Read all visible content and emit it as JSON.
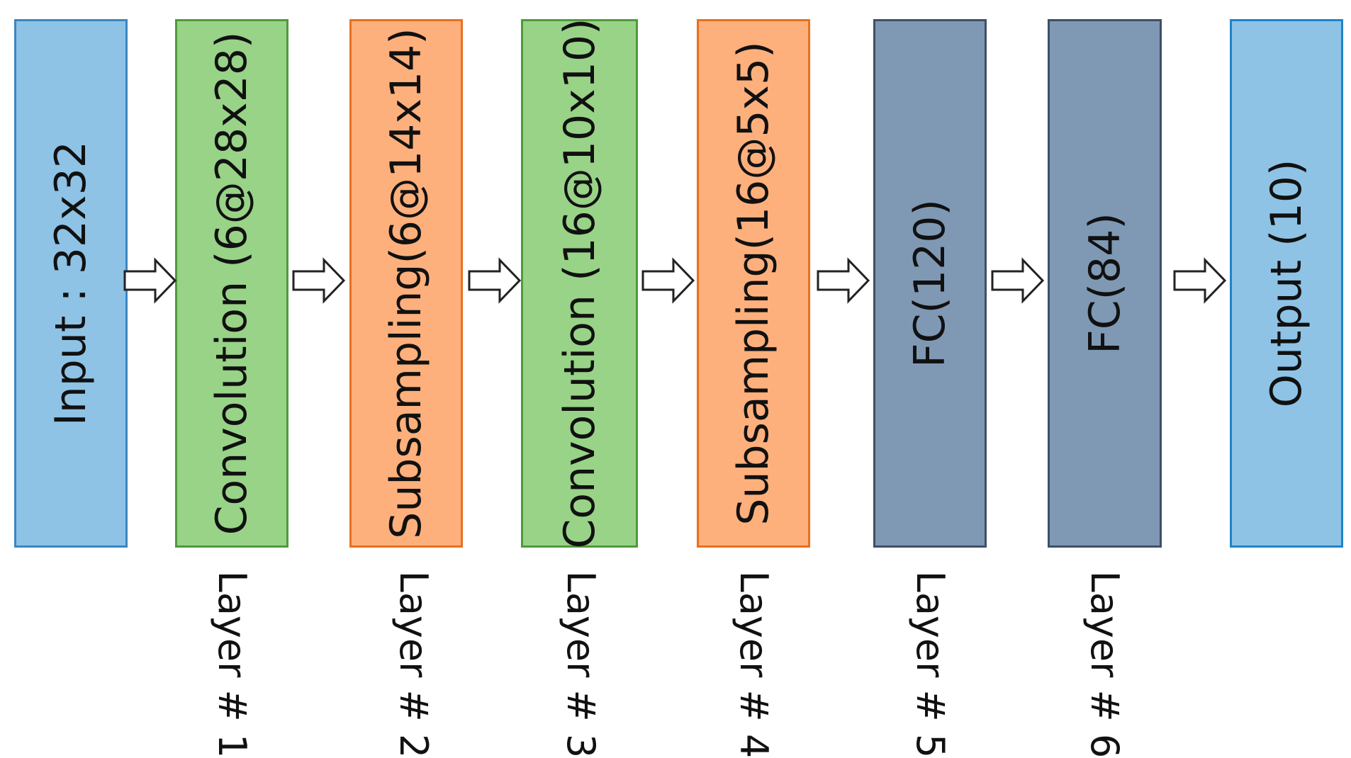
{
  "blocks": [
    {
      "label": "Input : 32x32",
      "kind": "input"
    },
    {
      "label": "Convolution (6@28x28)",
      "kind": "convolution"
    },
    {
      "label": "Subsampling(6@14x14)",
      "kind": "subsampling"
    },
    {
      "label": "Convolution (16@10x10)",
      "kind": "convolution"
    },
    {
      "label": "Subsampling(16@5x5)",
      "kind": "subsampling"
    },
    {
      "label": "FC(120)",
      "kind": "fully-connected"
    },
    {
      "label": "FC(84)",
      "kind": "fully-connected"
    },
    {
      "label": "Output (10)",
      "kind": "output"
    }
  ],
  "layers": [
    {
      "label": "Layer # 1"
    },
    {
      "label": "Layer # 2"
    },
    {
      "label": "Layer # 3"
    },
    {
      "label": "Layer # 4"
    },
    {
      "label": "Layer # 5"
    },
    {
      "label": "Layer # 6"
    }
  ],
  "colors": {
    "input_fill": "#8ec3e6",
    "convolution_fill": "#98d387",
    "subsampling_fill": "#fdb07c",
    "fully_connected_fill": "#7f99b4",
    "output_fill": "#8ec3e6",
    "arrow_fill": "#ffffff",
    "arrow_stroke": "#222222"
  },
  "connector_icon": "hollow-right-arrow-icon"
}
